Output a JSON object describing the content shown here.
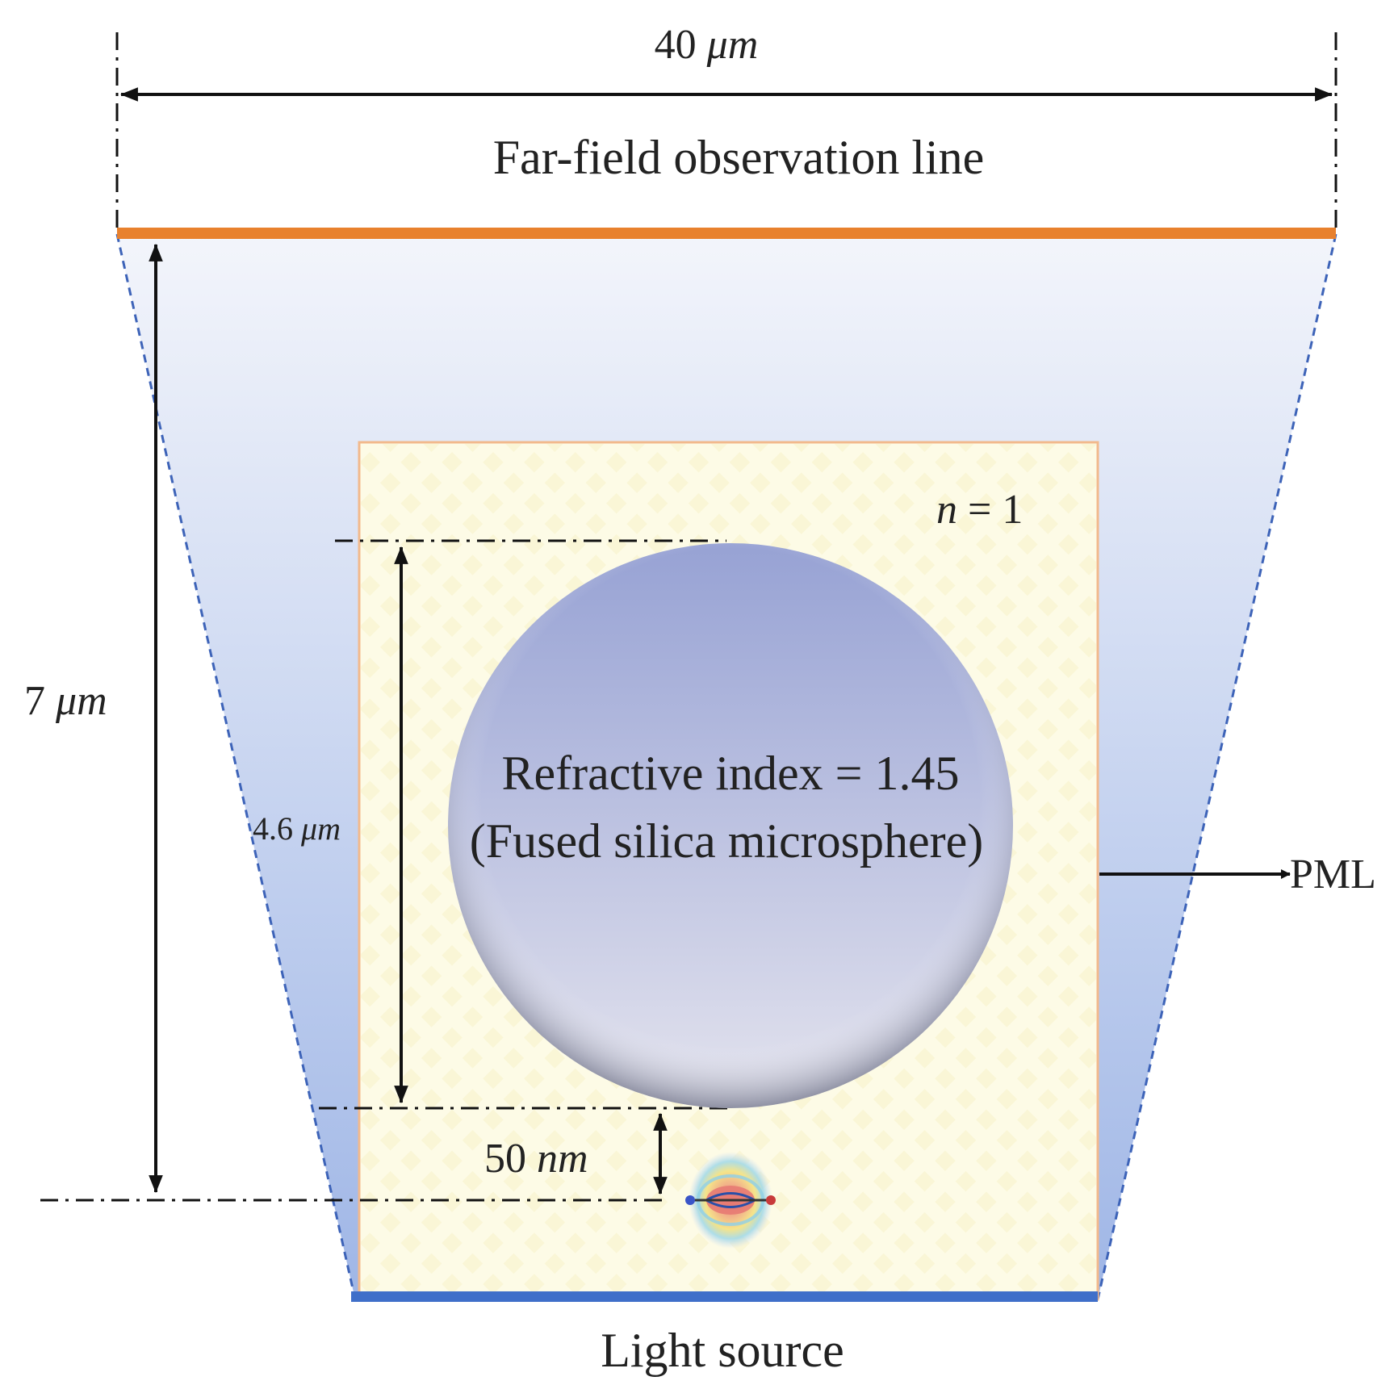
{
  "labels": {
    "width_value": "40",
    "width_unit": "μm",
    "far_field": "Far-field observation line",
    "medium_n": "n",
    "medium_eq": "=  1",
    "height_value": "7",
    "height_unit": "μm",
    "diameter_value": "4.6",
    "diameter_unit": "μm",
    "sphere_line1": "Refractive index = 1.45",
    "sphere_line2": "(Fused silica microsphere)",
    "gap_value": "50",
    "gap_unit": "nm",
    "pml": "PML",
    "light_source": "Light source"
  },
  "colors": {
    "observation_line": "#e8812e",
    "source_line": "#3f6fc9",
    "domain_gradient_top": "#f3f5fb",
    "domain_gradient_bottom": "#9fb6e6",
    "domain_edge": "#3d63b8",
    "inner_box_fill": "#fdfbe6",
    "inner_box_border": "#f2b98c",
    "sphere_top": "#97a2d4",
    "sphere_bottom": "#e3e3ee",
    "ink": "#111111"
  }
}
